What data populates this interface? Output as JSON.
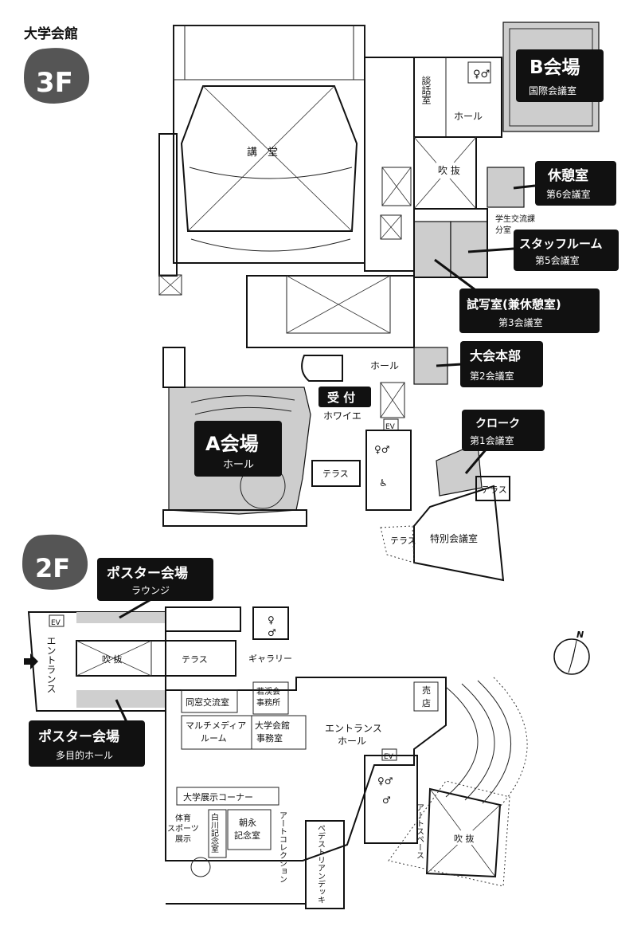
{
  "building_title": "大学会館",
  "floors": {
    "f3": {
      "badge": "3F",
      "rooms": {
        "kodo": "講　堂",
        "danwa": "談話室",
        "hall_top": "ホール",
        "fukinuke": "吹 抜",
        "gakusei": "学生交流課\n分室",
        "hall_mid": "ホール",
        "foyer": "ホワイエ",
        "terrace_a": "テラス",
        "terrace_b": "テラス",
        "terrace_c": "テラス",
        "tokubetsu": "特別会議室",
        "ev": "EV"
      },
      "callouts": {
        "b_main": "B会場",
        "b_sub": "国際会議室",
        "kyukei_main": "休憩室",
        "kyukei_sub": "第6会議室",
        "staff_main": "スタッフルーム",
        "staff_sub": "第5会議室",
        "shisha_main": "試写室(兼休憩室)",
        "shisha_sub": "第3会議室",
        "honbu_main": "大会本部",
        "honbu_sub": "第2会議室",
        "cloak_main": "クローク",
        "cloak_sub": "第1会議室",
        "a_main": "A会場",
        "a_sub": "ホール",
        "uketsuke": "受 付"
      }
    },
    "f2": {
      "badge": "2F",
      "rooms": {
        "ev_left": "EV",
        "entrance_v": "エントランス",
        "fukinuke_left": "吹 抜",
        "terrace": "テラス",
        "gallery": "ギャラリー",
        "dosokai": "同窓交流室",
        "wakakei": "若渓会\n事務所",
        "baiten": "売\n店",
        "multimedia": "マルチメディア\nルーム",
        "jimushitsu": "大学会館\n事務室",
        "entrance_hall": "エントランス\nホール",
        "tenji_corner": "大学展示コーナー",
        "taiiku": "体育\nスポーツ\n展示",
        "shirakawa": "白川記念室",
        "tomonaga": "朝永\n記念室",
        "art_collection": "アートコレクション",
        "pedestrian": "ペデストリアンデッキ",
        "art_space": "アートスペース",
        "fukinuke_right": "吹 抜",
        "ev_right": "EV"
      },
      "callouts": {
        "poster_lounge_main": "ポスター会場",
        "poster_lounge_sub": "ラウンジ",
        "poster_hall_main": "ポスター会場",
        "poster_hall_sub": "多目的ホール"
      }
    }
  },
  "north_label": "N"
}
